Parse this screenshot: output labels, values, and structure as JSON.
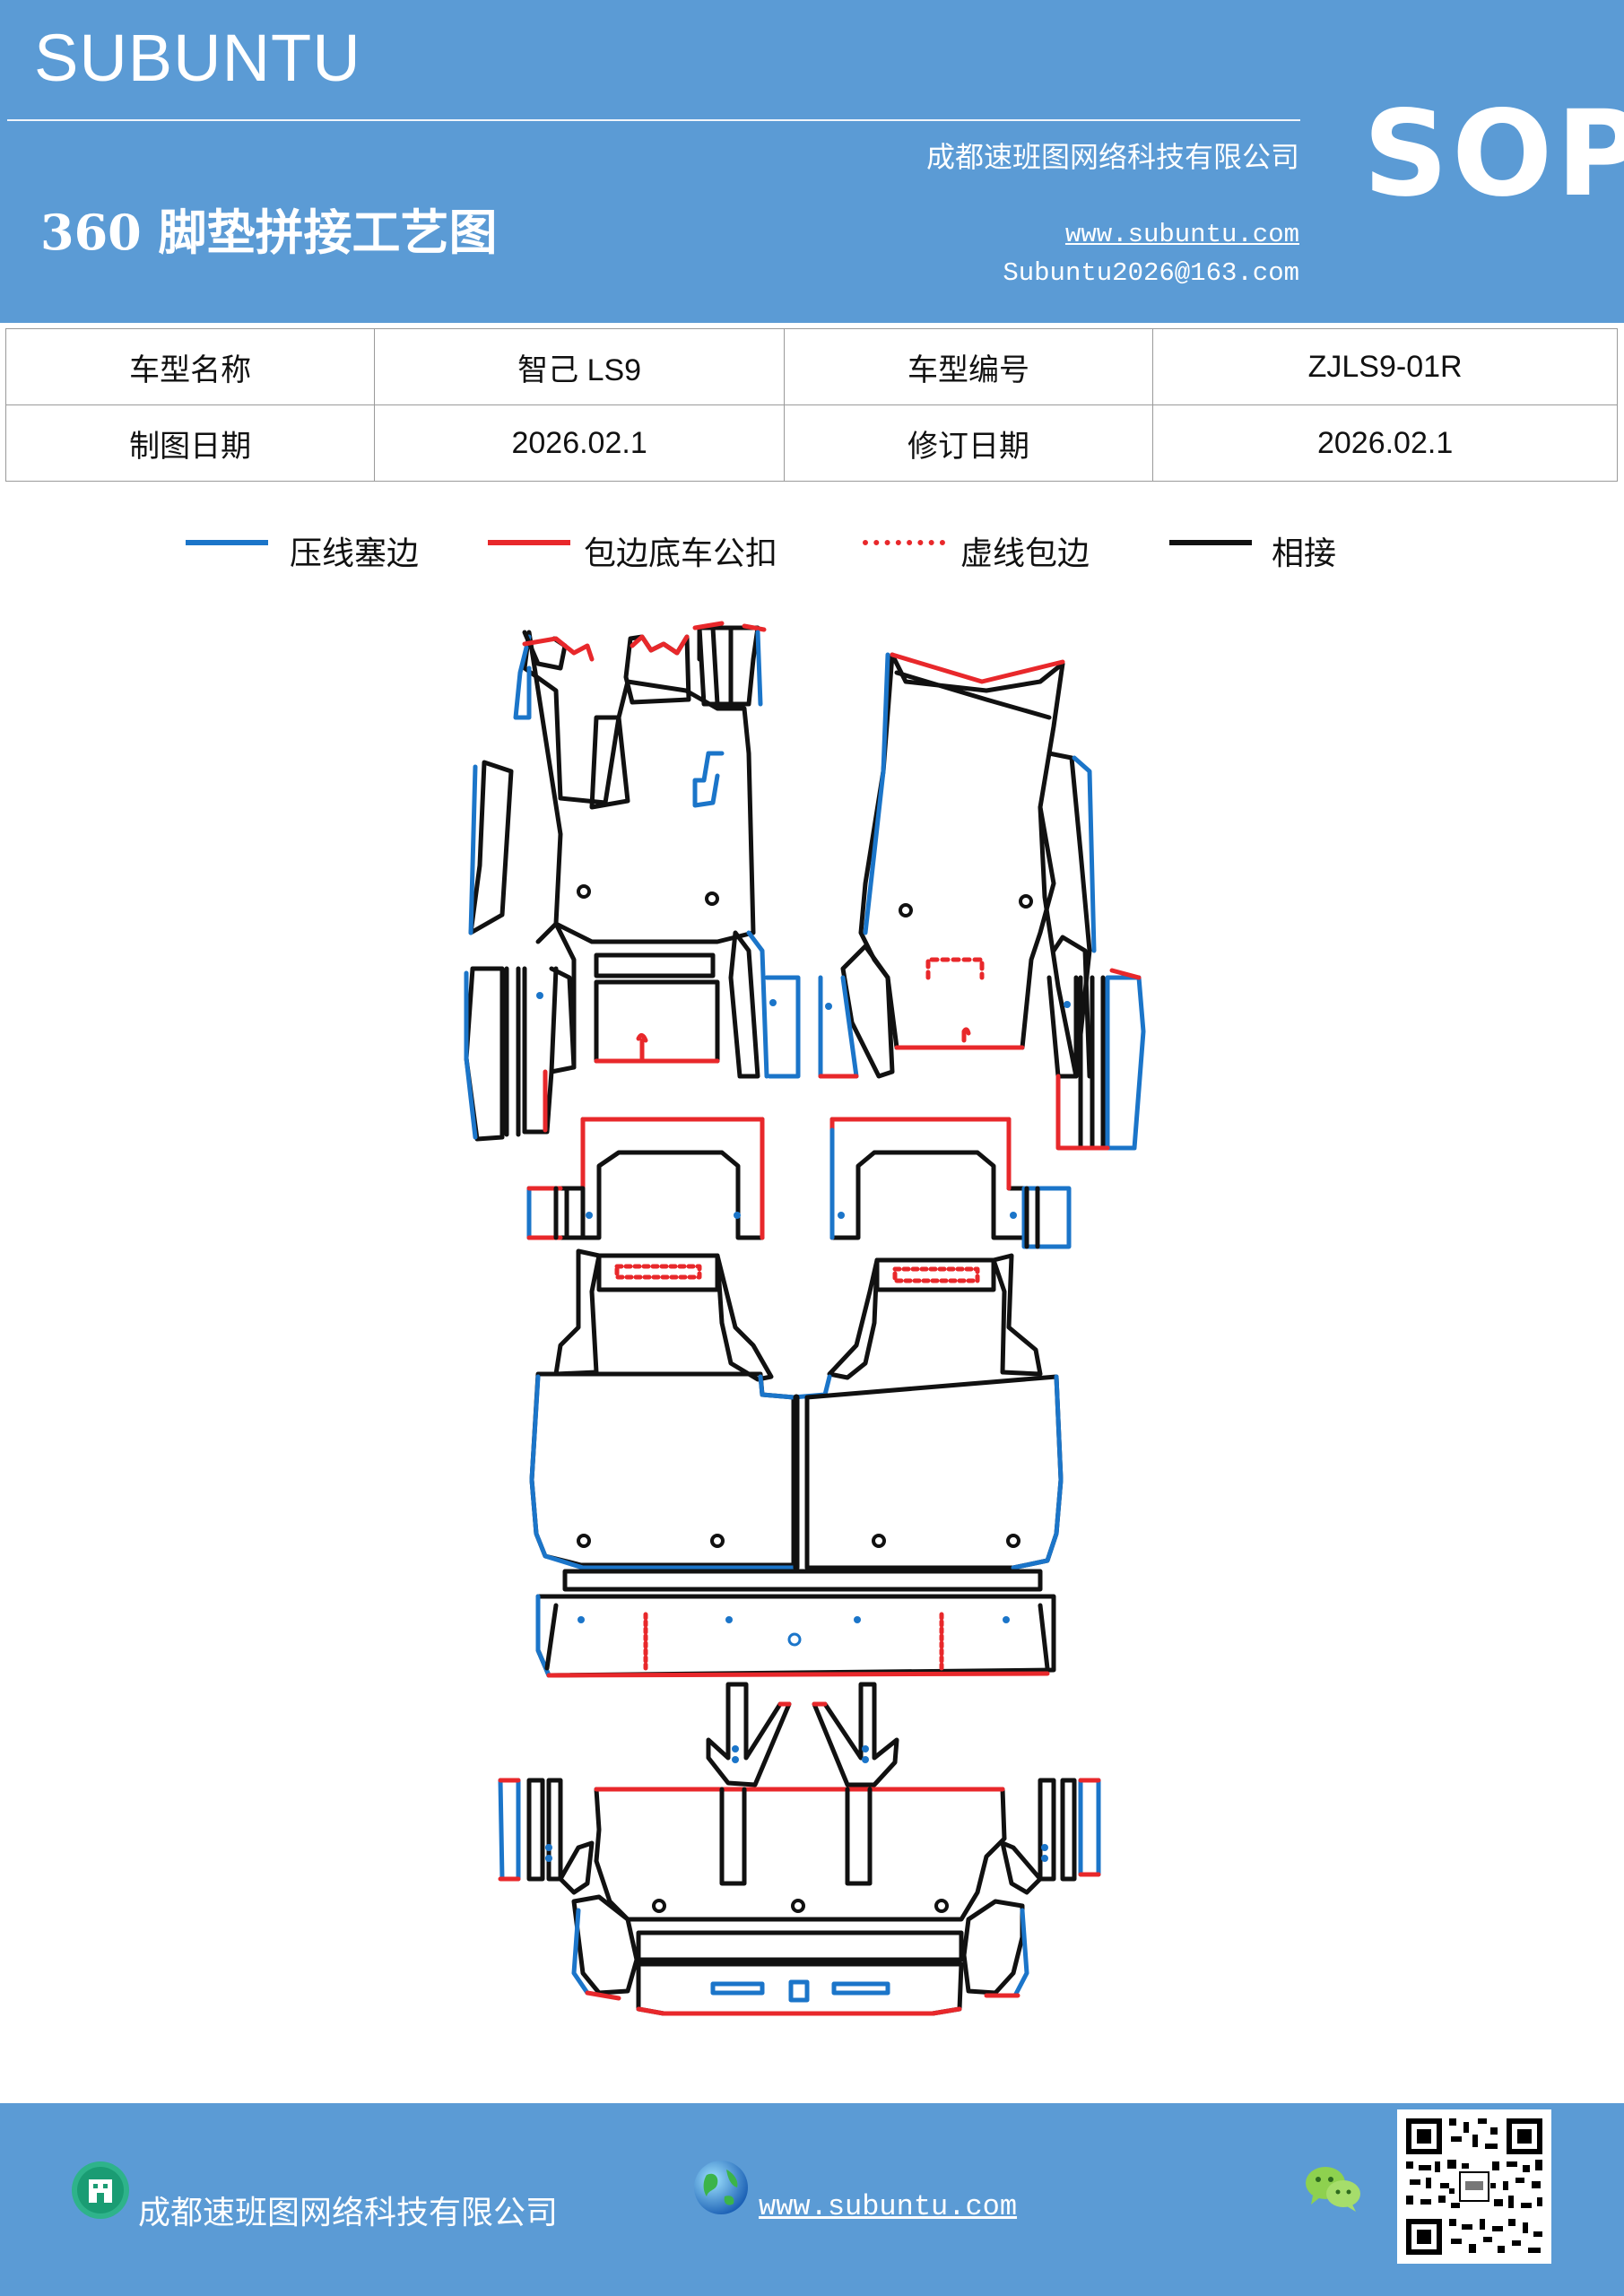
{
  "header": {
    "brand": "SUBUNTU",
    "company": "成都速班图网络科技有限公司",
    "title": "360 脚垫拼接工艺图",
    "website": "www.subuntu.com",
    "email": "Subuntu2026@163.com",
    "badge": "SOP"
  },
  "info_table": {
    "rows": [
      {
        "label1": "车型名称",
        "value1": "智己 LS9",
        "label2": "车型编号",
        "value2": "ZJLS9-01R"
      },
      {
        "label1": "制图日期",
        "value1": "2026.02.1",
        "label2": "修订日期",
        "value2": "2026.02.1"
      }
    ]
  },
  "legend": [
    {
      "label": "压线塞边",
      "color": "#1b75c9",
      "style": "solid"
    },
    {
      "label": "包边底车公扣",
      "color": "#e8282b",
      "style": "solid"
    },
    {
      "label": "虚线包边",
      "color": "#e8282b",
      "style": "dotted"
    },
    {
      "label": "相接",
      "color": "#111111",
      "style": "solid"
    }
  ],
  "footer": {
    "company": "成都速班图网络科技有限公司",
    "website": "www.subuntu.com",
    "icons": [
      "building-icon",
      "globe-icon",
      "wechat-icon",
      "qr-code"
    ]
  }
}
